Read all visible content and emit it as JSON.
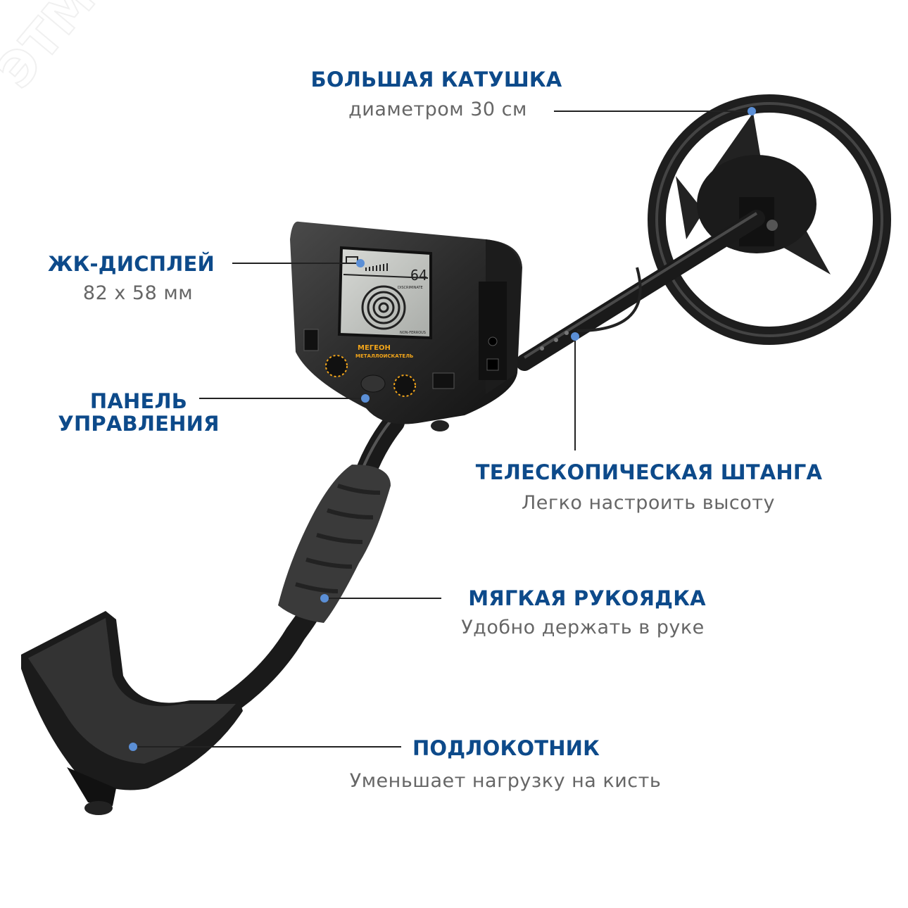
{
  "watermark": "ЭТМ",
  "device": {
    "brand": "МЕГЕОН",
    "model_name": "МЕТАЛЛОИСКАТЕЛЬ",
    "display_value": "64",
    "display_mode": "DISCRIMINATE",
    "display_label": "NON-FERROUS"
  },
  "callouts": {
    "coil": {
      "title": "БОЛЬШАЯ КАТУШКА",
      "subtitle": "диаметром 30 см"
    },
    "display": {
      "title": "ЖК-ДИСПЛЕЙ",
      "subtitle": "82 x 58 мм"
    },
    "panel": {
      "title_line1": "ПАНЕЛЬ",
      "title_line2": "УПРАВЛЕНИЯ"
    },
    "shaft": {
      "title": "ТЕЛЕСКОПИЧЕСКАЯ ШТАНГА",
      "subtitle": "Легко настроить высоту"
    },
    "grip": {
      "title": "МЯГКАЯ РУКОЯДКА",
      "subtitle": "Удобно держать в руке"
    },
    "armrest": {
      "title": "ПОДЛОКОТНИК",
      "subtitle": "Уменьшает нагрузку на кисть"
    }
  },
  "colors": {
    "title": "#0d4a8a",
    "subtitle": "#666666",
    "marker": "#5b8fd6",
    "accent": "#f2a51a"
  }
}
